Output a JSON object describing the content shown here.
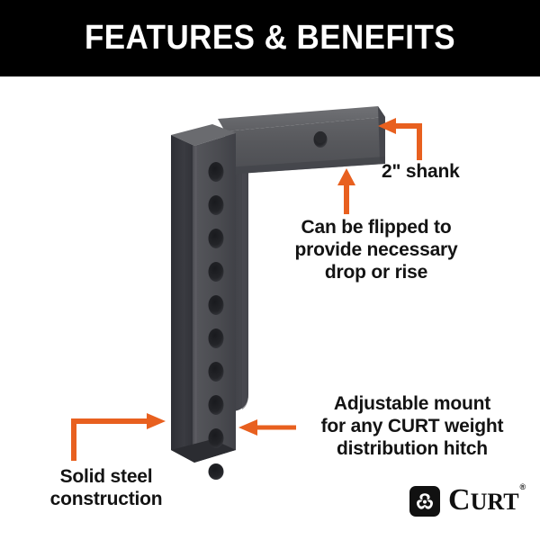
{
  "header": {
    "title": "FEATURES & BENEFITS",
    "background_color": "#000000",
    "text_color": "#FFFFFF"
  },
  "theme": {
    "accent_orange": "#E8601F",
    "steel_dark": "#33343A",
    "steel_mid": "#4A4B50",
    "steel_light": "#5A5A5C",
    "text_color": "#131313",
    "page_background": "#FFFFFF"
  },
  "product": {
    "name": "weight-distribution-hitch-shank",
    "vertical_plate_hole_count": 10,
    "shank_hole_count": 1
  },
  "callouts": [
    {
      "id": "shank",
      "lines": [
        "2\" shank"
      ],
      "arrow": "elbow-up-left",
      "arrow_color": "#E8601F"
    },
    {
      "id": "flip",
      "lines": [
        "Can be flipped to",
        "provide necessary",
        "drop or rise"
      ],
      "arrow": "straight-up",
      "arrow_color": "#E8601F"
    },
    {
      "id": "adjustable",
      "lines": [
        "Adjustable mount",
        "for any CURT weight",
        "distribution hitch"
      ],
      "arrow": "straight-left",
      "arrow_color": "#E8601F"
    },
    {
      "id": "solid",
      "lines": [
        "Solid steel",
        "construction"
      ],
      "arrow": "elbow-up-right",
      "arrow_color": "#E8601F"
    }
  ],
  "logo": {
    "mark": "curt-pinwheel-icon",
    "wordmark": "CURT",
    "wordmark_first_letter": "C",
    "wordmark_rest": "URT",
    "trademark": "®"
  }
}
